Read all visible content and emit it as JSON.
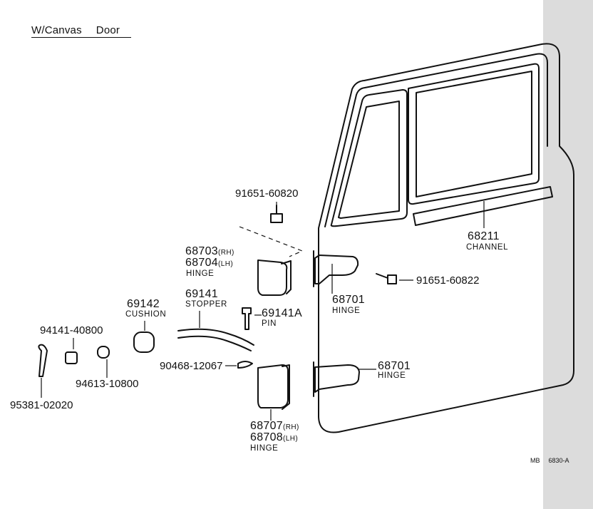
{
  "title": {
    "model": "W/Canvas",
    "part": "Door"
  },
  "parts": {
    "p1": {
      "code": "91651-60820"
    },
    "p2": {
      "number": "68703",
      "side": "(RH)"
    },
    "p3": {
      "number": "68704",
      "side": "(LH)",
      "name": "HINGE"
    },
    "p4": {
      "number": "68211",
      "name": "CHANNEL"
    },
    "p5": {
      "number": "68701",
      "name": "HINGE"
    },
    "p6": {
      "code": "91651-60822"
    },
    "p7": {
      "number": "69142",
      "name": "CUSHION"
    },
    "p8": {
      "number": "69141",
      "name": "STOPPER"
    },
    "p9": {
      "number": "69141A",
      "name": "PIN"
    },
    "p10": {
      "code": "94141-40800"
    },
    "p11": {
      "code": "90468-12067"
    },
    "p12": {
      "number": "68701",
      "name": "HINGE"
    },
    "p13": {
      "code": "94613-10800"
    },
    "p14": {
      "code": "95381-02020"
    },
    "p15": {
      "number": "68707",
      "side": "(RH)"
    },
    "p16": {
      "number": "68708",
      "side": "(LH)",
      "name": "HINGE"
    }
  },
  "figure_ref": {
    "a": "MB",
    "b": "6830-A"
  },
  "colors": {
    "ink": "#111111",
    "strip": "#dcdcdc"
  }
}
